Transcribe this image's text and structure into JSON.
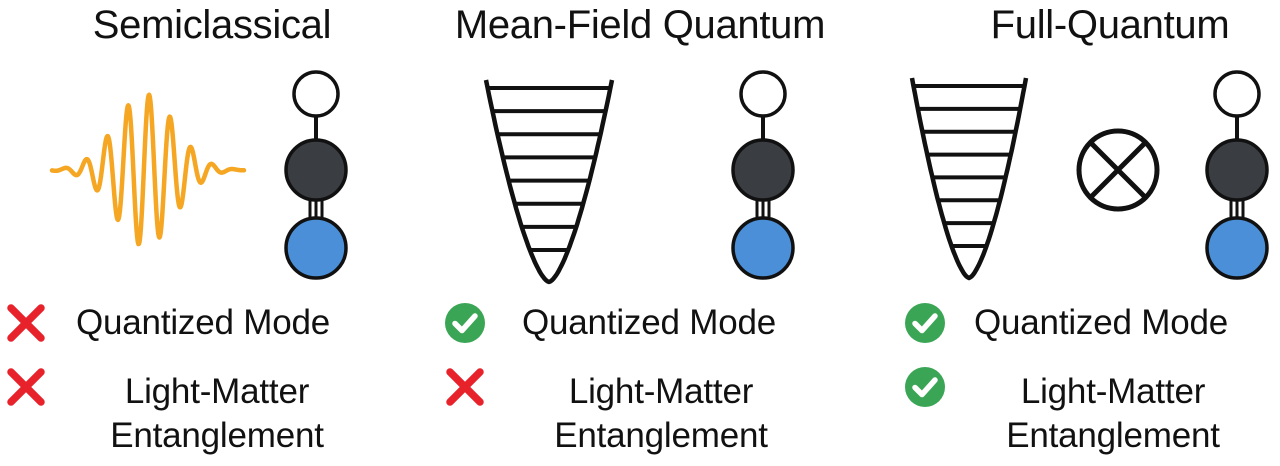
{
  "panels": [
    {
      "title": "Semiclassical",
      "features": [
        {
          "label": "Quantized Mode",
          "status": "no"
        },
        {
          "label_line1": "Light-Matter",
          "label_line2": "Entanglement",
          "status": "no"
        }
      ]
    },
    {
      "title": "Mean-Field Quantum",
      "features": [
        {
          "label": "Quantized Mode",
          "status": "yes"
        },
        {
          "label_line1": "Light-Matter",
          "label_line2": "Entanglement",
          "status": "no"
        }
      ]
    },
    {
      "title": "Full-Quantum",
      "features": [
        {
          "label": "Quantized Mode",
          "status": "yes"
        },
        {
          "label_line1": "Light-Matter",
          "label_line2": "Entanglement",
          "status": "yes"
        }
      ]
    }
  ],
  "colors": {
    "wave": "#f5a623",
    "atom_top": "#ffffff",
    "atom_middle": "#3a3d42",
    "atom_bottom": "#4a8fd8",
    "cross": "#e8222a",
    "check": "#3aa655",
    "stroke": "#111111"
  },
  "icons": {
    "no": "red-cross-icon",
    "yes": "green-check-icon",
    "product": "tensor-product-icon"
  }
}
